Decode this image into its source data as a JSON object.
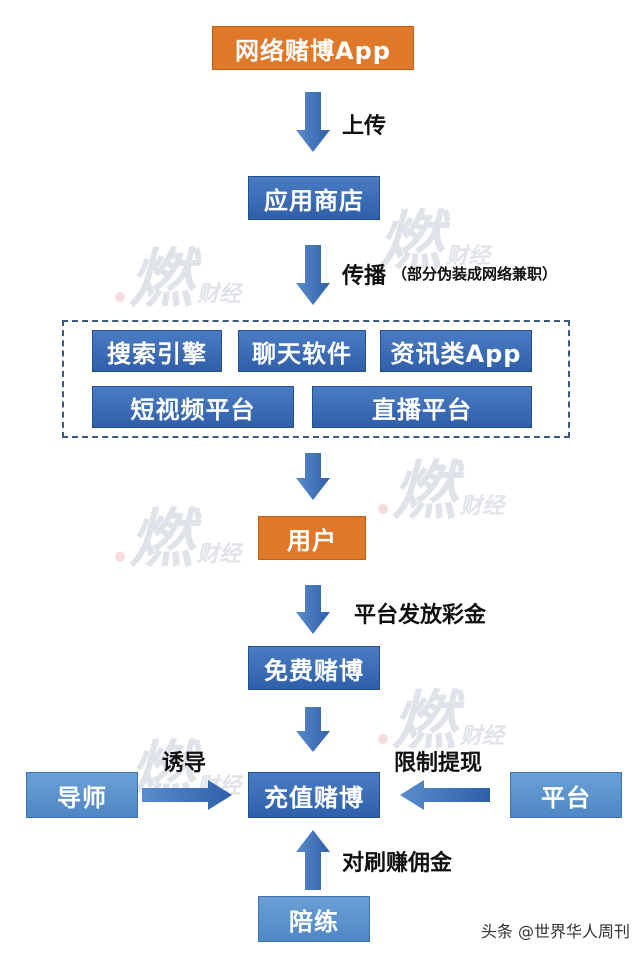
{
  "nodes": {
    "app": "网络赌博App",
    "store": "应用商店",
    "search": "搜索引擎",
    "chat": "聊天软件",
    "news": "资讯类App",
    "shortvideo": "短视频平台",
    "live": "直播平台",
    "user": "用户",
    "free": "免费赌博",
    "recharge": "充值赌博",
    "mentor": "导师",
    "platform": "平台",
    "companion": "陪练"
  },
  "edges": {
    "upload": "上传",
    "spread": "传播",
    "spread_note": "（部分伪装成网络兼职）",
    "bonus": "平台发放彩金",
    "lure": "诱导",
    "limit": "限制提现",
    "commission": "对刷赚佣金"
  },
  "watermark": {
    "big": "燃",
    "small": "财经"
  },
  "footer": "头条 @世界华人周刊",
  "colors": {
    "orange": "#e0782a",
    "blue": "#2f5fa8",
    "arrow": "#3e6fb5"
  }
}
